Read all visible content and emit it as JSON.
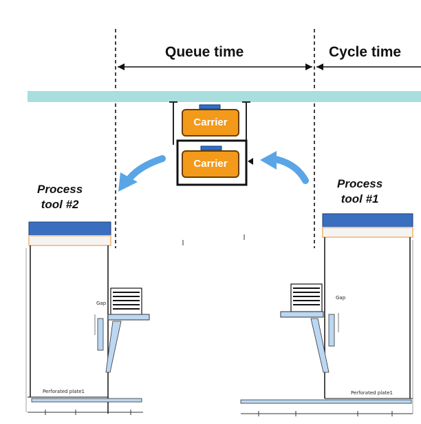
{
  "labels": {
    "queue_time": "Queue time",
    "cycle_time": "Cycle time",
    "process_tool_2": [
      "Process",
      "tool #2"
    ],
    "process_tool_1": [
      "Process",
      "tool #1"
    ],
    "carrier_top": "Carrier",
    "carrier_bottom": "Carrier",
    "gap_left": "Gap",
    "gap_right": "Gap",
    "plate_left": "Perforated plate1",
    "plate_right": "Perforated plate1"
  },
  "colors": {
    "rail": "#a8dede",
    "carrier_fill": "#f39a1a",
    "tool_top": "#3a6ebf",
    "tool_band": "#f4c48a",
    "arrow": "#5aa5e6",
    "chute": "#bcd7f2"
  }
}
